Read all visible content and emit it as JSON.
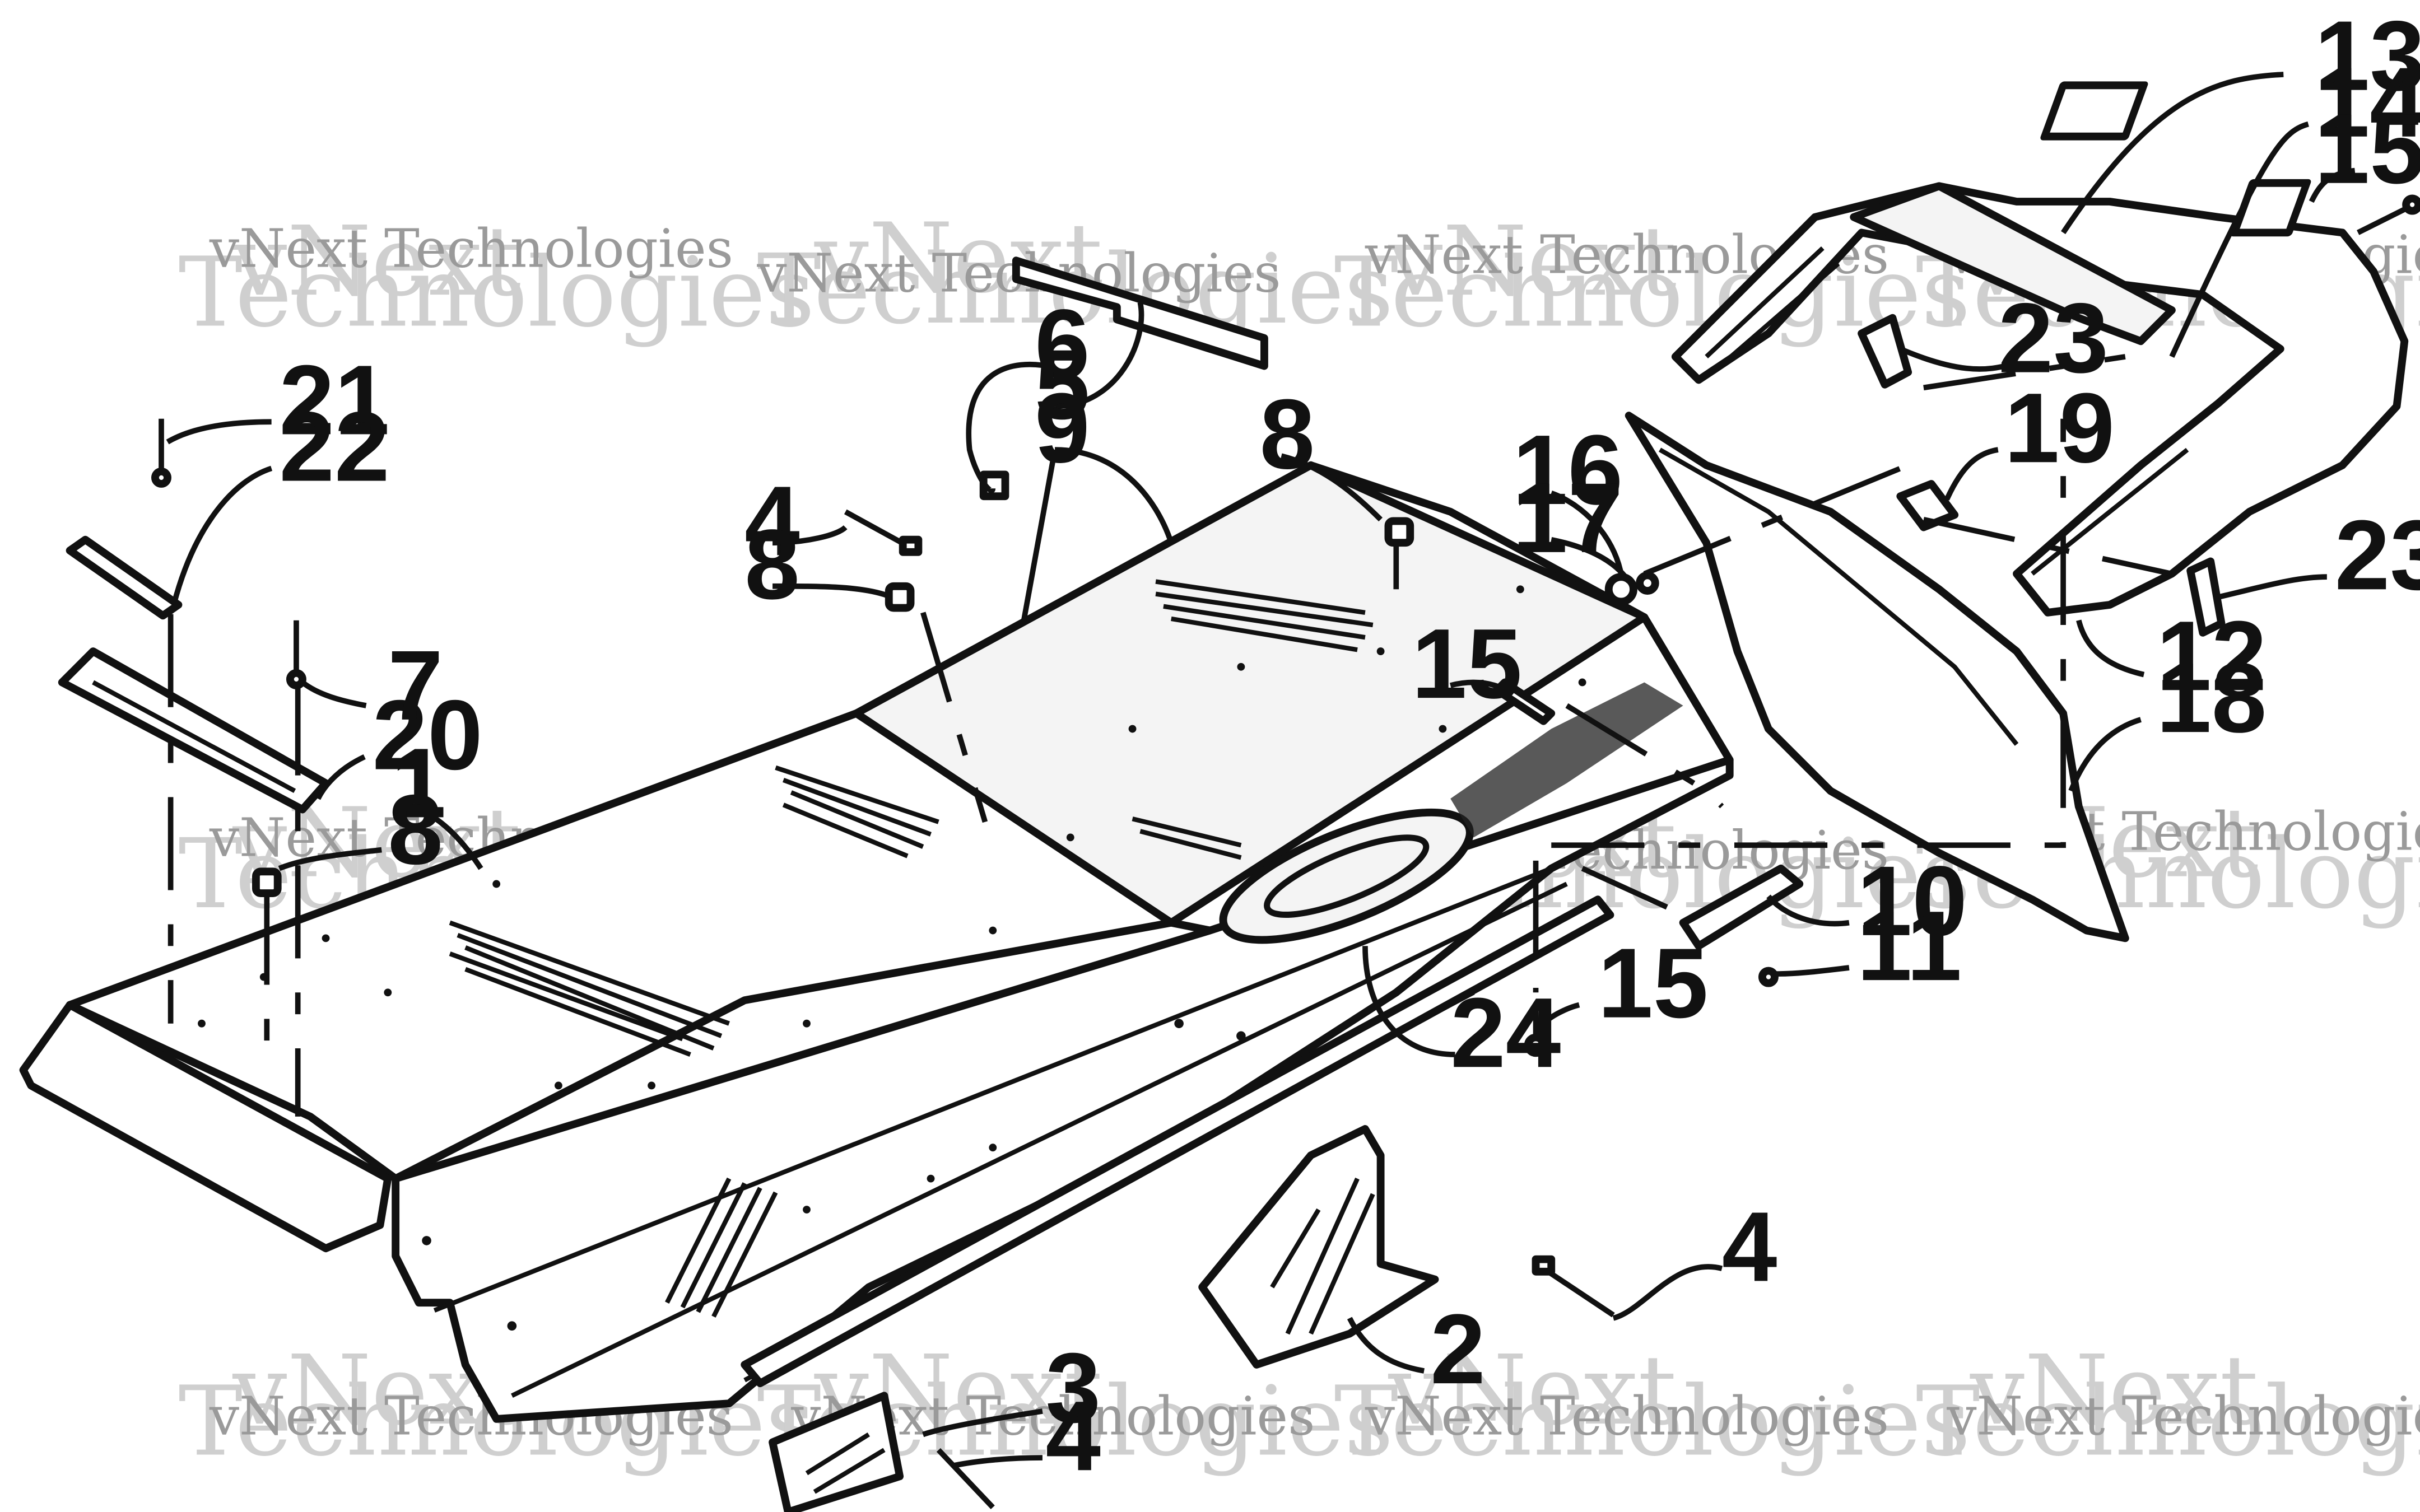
{
  "watermark": {
    "line1": "vNext",
    "line2": "Technologies",
    "small": "vNext Technologies"
  },
  "callouts": {
    "c1": "1",
    "c2": "2",
    "c3": "3",
    "c4a": "4",
    "c4b": "4",
    "c4c": "4",
    "c5": "5",
    "c6": "6",
    "c7": "7",
    "c8a": "8",
    "c8b": "8",
    "c8c": "8",
    "c9": "9",
    "c10": "10",
    "c11": "11",
    "c12": "12",
    "c13": "13",
    "c14": "14",
    "c15a": "15",
    "c15b": "15",
    "c15c": "15",
    "c16": "16",
    "c17": "17",
    "c18": "18",
    "c19": "19",
    "c20": "20",
    "c21": "21",
    "c22": "22",
    "c23a": "23",
    "c23b": "23",
    "c24": "24"
  }
}
